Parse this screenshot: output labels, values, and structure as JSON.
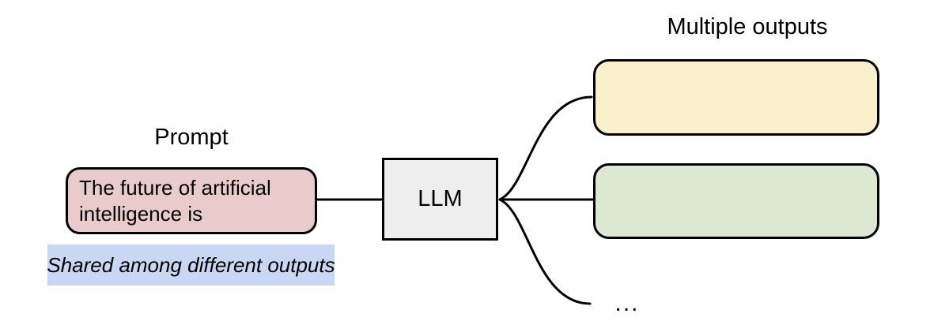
{
  "diagram": {
    "prompt_label": "Prompt",
    "prompt_box_lines": [
      "The future of artificial",
      "intelligence is"
    ],
    "shared_note": "Shared among different outputs",
    "llm_label": "LLM",
    "outputs_label": "Multiple outputs",
    "ellipsis": "..."
  },
  "colors": {
    "promptFill": "#e8cbca",
    "noteFill": "#c9d7f5",
    "llmFill": "#eeeeee",
    "output1Fill": "#faf0cb",
    "output2Fill": "#dde8d2",
    "stroke": "#000000"
  }
}
